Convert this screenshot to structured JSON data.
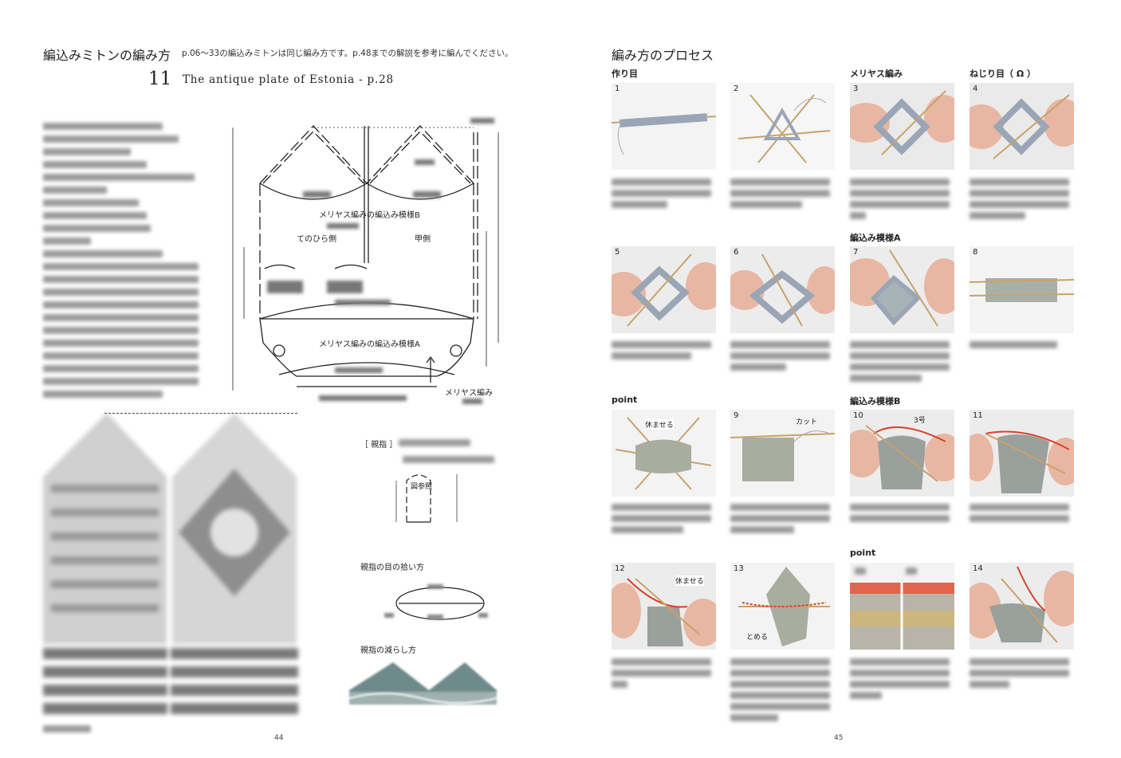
{
  "left": {
    "title": "編込みミトンの編み方",
    "intro": "p.06～33の編込みミトンは同じ編み方です。p.48までの解説を参考に編んでください。",
    "pattern_number": "11",
    "pattern_title": "The antique plate of Estonia - p.28",
    "diagram_labels": {
      "pattern_b": "メリヤス編みの編込み模様B",
      "palm": "てのひら側",
      "back": "甲側",
      "pattern_a": "メリヤス編みの編込み模様A",
      "stockinette": "メリヤス編み"
    },
    "thumb_label": "［ 親指 ］",
    "thumb_ref": "図参照",
    "pickup_title": "親指の目の拾い方",
    "decrease_title": "親指の減らし方",
    "page_number": "44"
  },
  "right": {
    "title": "編み方のプロセス",
    "sections": {
      "cast_on": "作り目",
      "stockinette": "メリヤス編み",
      "twisted": "ねじり目（ Ω ）",
      "pattern_a": "編込み模様A",
      "point1": "point",
      "pattern_b": "編込み模様B",
      "point2": "point"
    },
    "step_numbers": [
      "1",
      "2",
      "3",
      "4",
      "5",
      "6",
      "7",
      "8",
      "9",
      "10",
      "11",
      "12",
      "13",
      "14"
    ],
    "photo_labels": {
      "rest1": "休ませる",
      "cut": "カット",
      "size3": "3号",
      "rest2": "休ませる",
      "tie": "とめる"
    },
    "page_number": "45"
  },
  "colors": {
    "yarn_gray": "#9aa6b6",
    "needle": "#c8a26a",
    "skin": "#e8b7a3",
    "red_yarn": "#d9412c"
  }
}
